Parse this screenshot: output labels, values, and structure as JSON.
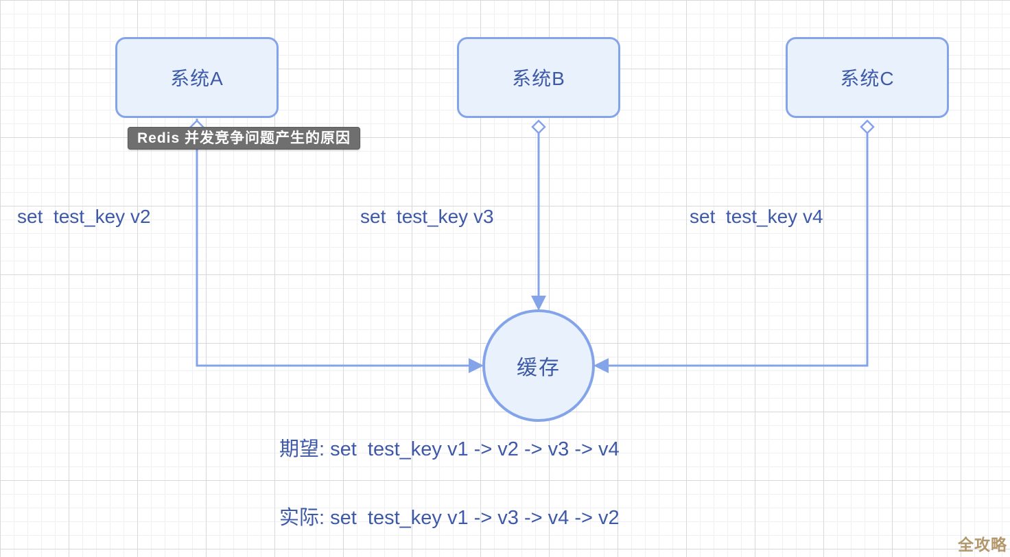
{
  "diagram": {
    "tooltip": "Redis 并发竞争问题产生的原因",
    "nodes": {
      "system_a": "系统A",
      "system_b": "系统B",
      "system_c": "系统C",
      "cache": "缓存"
    },
    "edge_labels": {
      "a": "set  test_key v2",
      "b": "set  test_key v3",
      "c": "set  test_key v4"
    },
    "notes": {
      "expected": "期望: set  test_key v1 -> v2 -> v3 -> v4",
      "actual": "实际: set  test_key v1 -> v3 -> v4 -> v2"
    },
    "watermark": "全攻略",
    "colors": {
      "node_fill": "#e9f1fc",
      "node_border": "#84a4ea",
      "line": "#84a4ea",
      "text": "#3d59a8",
      "tooltip_bg": "#6f6f6f",
      "tooltip_text": "#ffffff",
      "watermark": "#b3976b"
    }
  }
}
